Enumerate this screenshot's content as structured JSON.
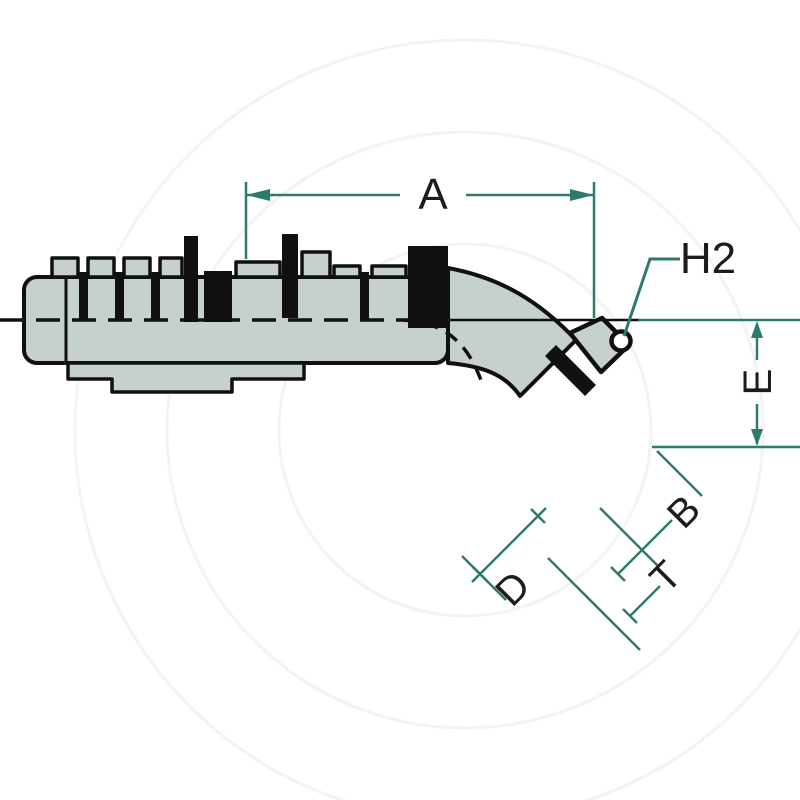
{
  "diagram": {
    "description": "Technical line drawing of a 45-degree elbow hose fitting with barbed stem, bend and swivel hex nut, annotated with dimension letters",
    "background_color": "#ffffff",
    "body_fill": "#c6d0cc",
    "outline_color": "#101010",
    "dimension_color": "#2f7a6e",
    "label_color": "#1c1c1c",
    "watermark_color": "#f3f3f3",
    "labels": {
      "a": "A",
      "h2": "H2",
      "e": "E",
      "b": "B",
      "t": "T",
      "d": "D"
    }
  }
}
